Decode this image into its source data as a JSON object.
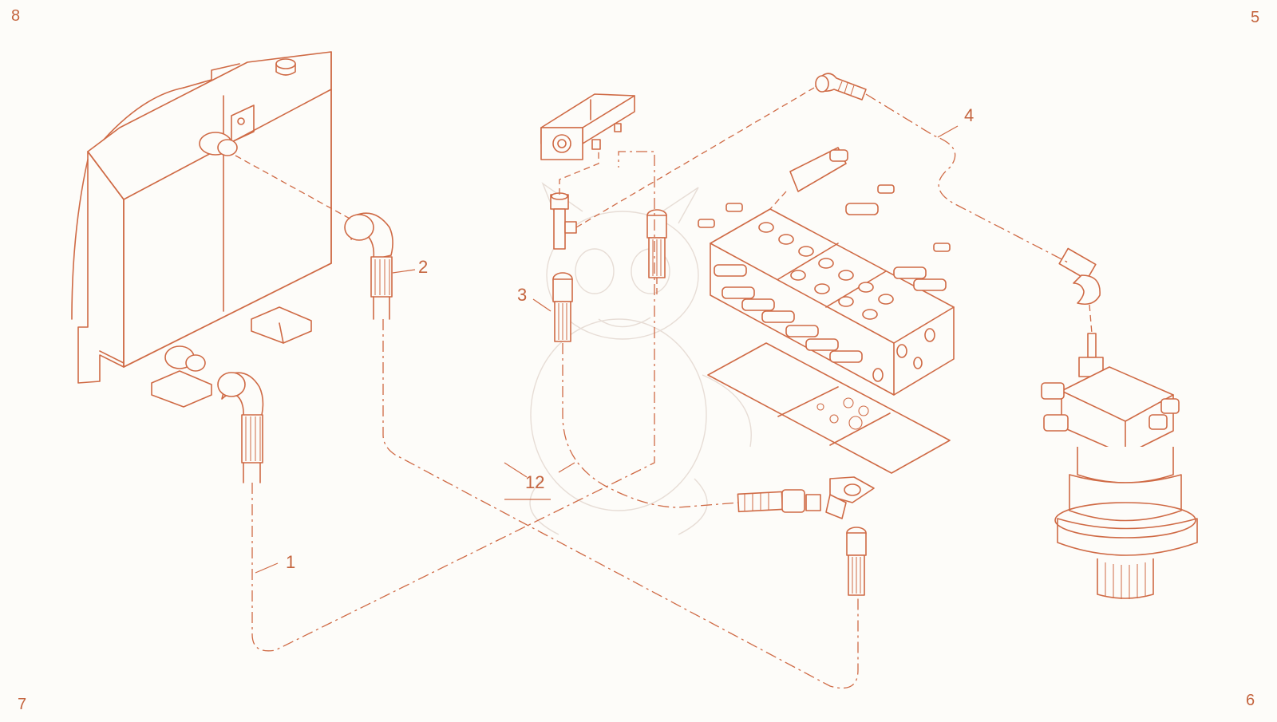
{
  "corner_numbers": {
    "top_left": "8",
    "top_right": "5",
    "bottom_left": "7",
    "bottom_right": "6"
  },
  "callouts": {
    "c1": "1",
    "c2": "2",
    "c3": "3",
    "c4": "4",
    "c12": "12"
  },
  "colors": {
    "line": "#cf6a45",
    "text": "#c4643e",
    "background": "#fdfcf9"
  }
}
